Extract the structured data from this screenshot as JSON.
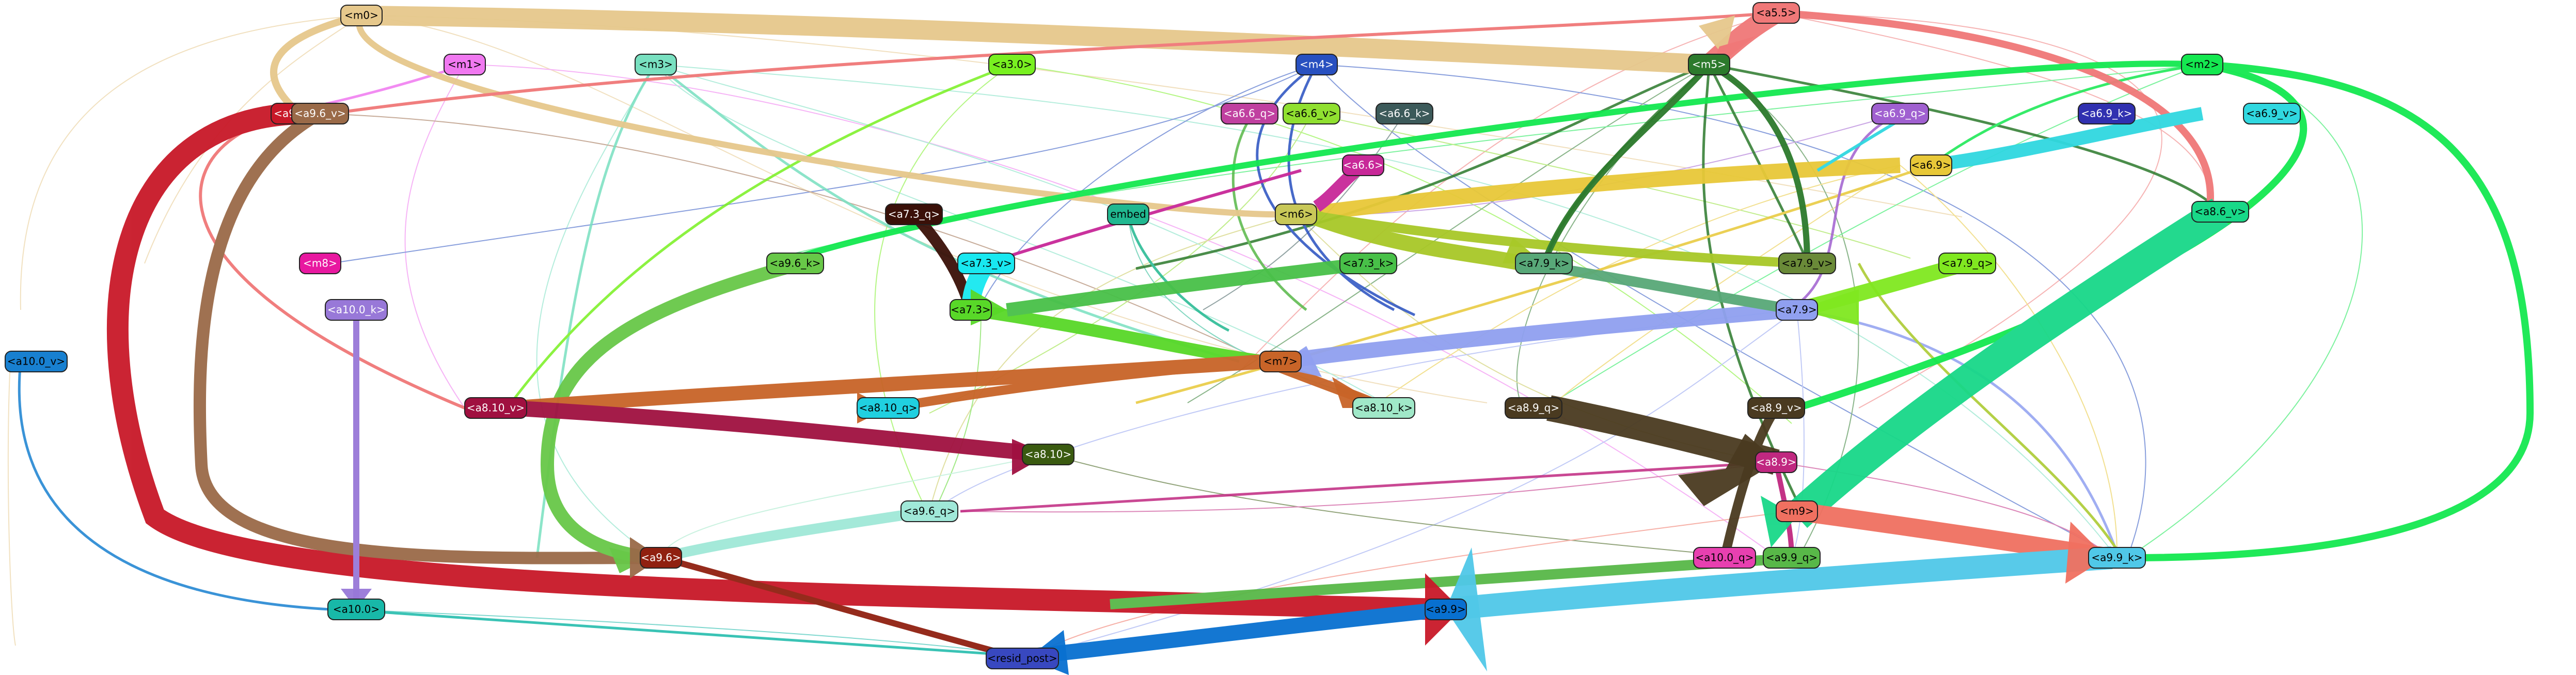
{
  "nodes": [
    {
      "id": "m0",
      "label": "<m0>",
      "fill": "#e6c88c",
      "text": "#000000"
    },
    {
      "id": "a5_5",
      "label": "<a5.5>",
      "fill": "#f07878",
      "text": "#000000"
    },
    {
      "id": "m1",
      "label": "<m1>",
      "fill": "#f078f0",
      "text": "#000000"
    },
    {
      "id": "m3",
      "label": "<m3>",
      "fill": "#78e0c0",
      "text": "#000000"
    },
    {
      "id": "a3_0",
      "label": "<a3.0>",
      "fill": "#78f020",
      "text": "#000000"
    },
    {
      "id": "m4",
      "label": "<m4>",
      "fill": "#2850c0",
      "text": "#ffffff"
    },
    {
      "id": "m5",
      "label": "<m5>",
      "fill": "#2c7a2c",
      "text": "#ffffff"
    },
    {
      "id": "m2",
      "label": "<m2>",
      "fill": "#14e850",
      "text": "#000000"
    },
    {
      "id": "a9_5_v",
      "label": "<a9.5_v>",
      "fill": "#c81828",
      "text": "#ffffff"
    },
    {
      "id": "a9_6_v",
      "label": "<a9.6_v>",
      "fill": "#9a6a48",
      "text": "#ffffff"
    },
    {
      "id": "a6_6_q",
      "label": "<a6.6_q>",
      "fill": "#c040a0",
      "text": "#ffffff"
    },
    {
      "id": "a6_6_v",
      "label": "<a6.6_v>",
      "fill": "#90e030",
      "text": "#000000"
    },
    {
      "id": "a6_6_k",
      "label": "<a6.6_k>",
      "fill": "#3c5a5a",
      "text": "#ffffff"
    },
    {
      "id": "a6_9_q",
      "label": "<a6.9_q>",
      "fill": "#a060d0",
      "text": "#ffffff"
    },
    {
      "id": "a6_9_k",
      "label": "<a6.9_k>",
      "fill": "#3030b0",
      "text": "#ffffff"
    },
    {
      "id": "a6_9_v",
      "label": "<a6.9_v>",
      "fill": "#30d8e0",
      "text": "#000000"
    },
    {
      "id": "a6_6",
      "label": "<a6.6>",
      "fill": "#c82898",
      "text": "#ffffff"
    },
    {
      "id": "a6_9",
      "label": "<a6.9>",
      "fill": "#e8c838",
      "text": "#000000"
    },
    {
      "id": "a7_3_q",
      "label": "<a7.3_q>",
      "fill": "#3a1008",
      "text": "#ffffff"
    },
    {
      "id": "embed",
      "label": "embed",
      "fill": "#20b890",
      "text": "#000000"
    },
    {
      "id": "m6",
      "label": "<m6>",
      "fill": "#c8c858",
      "text": "#000000"
    },
    {
      "id": "a8_6_v",
      "label": "<a8.6_v>",
      "fill": "#18d888",
      "text": "#000000"
    },
    {
      "id": "m8",
      "label": "<m8>",
      "fill": "#e818a0",
      "text": "#ffffff"
    },
    {
      "id": "a9_6_k",
      "label": "<a9.6_k>",
      "fill": "#68c848",
      "text": "#000000"
    },
    {
      "id": "a7_3_v",
      "label": "<a7.3_v>",
      "fill": "#18e8f0",
      "text": "#000000"
    },
    {
      "id": "a7_3_k",
      "label": "<a7.3_k>",
      "fill": "#48c048",
      "text": "#000000"
    },
    {
      "id": "a7_9_k",
      "label": "<a7.9_k>",
      "fill": "#58a878",
      "text": "#000000"
    },
    {
      "id": "a7_9_v",
      "label": "<a7.9_v>",
      "fill": "#6a8a38",
      "text": "#000000"
    },
    {
      "id": "a7_9_q",
      "label": "<a7.9_q>",
      "fill": "#80e820",
      "text": "#000000"
    },
    {
      "id": "a10_k",
      "label": "<a10.0_k>",
      "fill": "#9878d8",
      "text": "#ffffff"
    },
    {
      "id": "a7_3",
      "label": "<a7.3>",
      "fill": "#58d828",
      "text": "#000000"
    },
    {
      "id": "a7_9",
      "label": "<a7.9>",
      "fill": "#90a0f0",
      "text": "#000000"
    },
    {
      "id": "a10_v",
      "label": "<a10.0_v>",
      "fill": "#1880d0",
      "text": "#000000"
    },
    {
      "id": "m7",
      "label": "<m7>",
      "fill": "#c86428",
      "text": "#000000"
    },
    {
      "id": "a8_10_v",
      "label": "<a8.10_v>",
      "fill": "#a01040",
      "text": "#ffffff"
    },
    {
      "id": "a8_10_q",
      "label": "<a8.10_q>",
      "fill": "#20d0e0",
      "text": "#000000"
    },
    {
      "id": "a8_10_k",
      "label": "<a8.10_k>",
      "fill": "#a0e8c8",
      "text": "#000000"
    },
    {
      "id": "a8_9_q",
      "label": "<a8.9_q>",
      "fill": "#4a3a20",
      "text": "#ffffff"
    },
    {
      "id": "a8_9_v",
      "label": "<a8.9_v>",
      "fill": "#4a3a20",
      "text": "#ffffff"
    },
    {
      "id": "a8_10",
      "label": "<a8.10>",
      "fill": "#3a5a10",
      "text": "#ffffff"
    },
    {
      "id": "a8_9",
      "label": "<a8.9>",
      "fill": "#c02880",
      "text": "#ffffff"
    },
    {
      "id": "a9_6_q",
      "label": "<a9.6_q>",
      "fill": "#a0e8d8",
      "text": "#000000"
    },
    {
      "id": "a9_6",
      "label": "<a9.6>",
      "fill": "#902010",
      "text": "#ffffff"
    },
    {
      "id": "m9",
      "label": "<m9>",
      "fill": "#f07060",
      "text": "#000000"
    },
    {
      "id": "a10_q",
      "label": "<a10.0_q>",
      "fill": "#e840b0",
      "text": "#000000"
    },
    {
      "id": "a9_9_q",
      "label": "<a9.9_q>",
      "fill": "#58b848",
      "text": "#000000"
    },
    {
      "id": "a9_9_k",
      "label": "<a9.9_k>",
      "fill": "#50c8e8",
      "text": "#000000"
    },
    {
      "id": "a10_0",
      "label": "<a10.0>",
      "fill": "#18b8a8",
      "text": "#000000"
    },
    {
      "id": "a9_9",
      "label": "<a9.9>",
      "fill": "#0870d0",
      "text": "#000000"
    },
    {
      "id": "resid_post",
      "label": "<resid_post>",
      "fill": "#3848c0",
      "text": "#000000"
    }
  ]
}
